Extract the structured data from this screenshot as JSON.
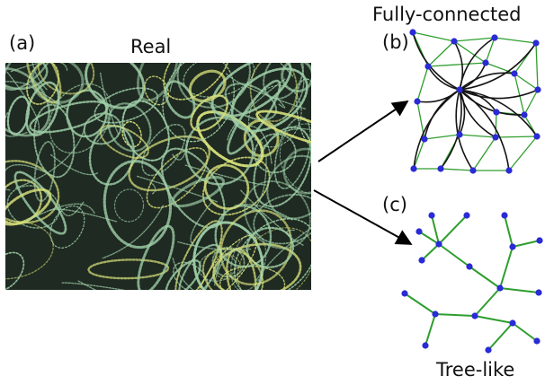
{
  "panels": {
    "a": {
      "tag": "(a)",
      "title": "Real"
    },
    "b": {
      "tag": "(b)",
      "title": "Fully-connected"
    },
    "c": {
      "tag": "(c)",
      "title": "Tree-like"
    }
  },
  "colors": {
    "node": "#2a2ad6",
    "tree_edge": "#2e9e2e",
    "hub_edge": "#141414",
    "mesh_fill": "#1f2a22",
    "mesh_fibre": "#9fcfa8",
    "mesh_highlight": "#d7e07a",
    "arrow": "#000000"
  }
}
